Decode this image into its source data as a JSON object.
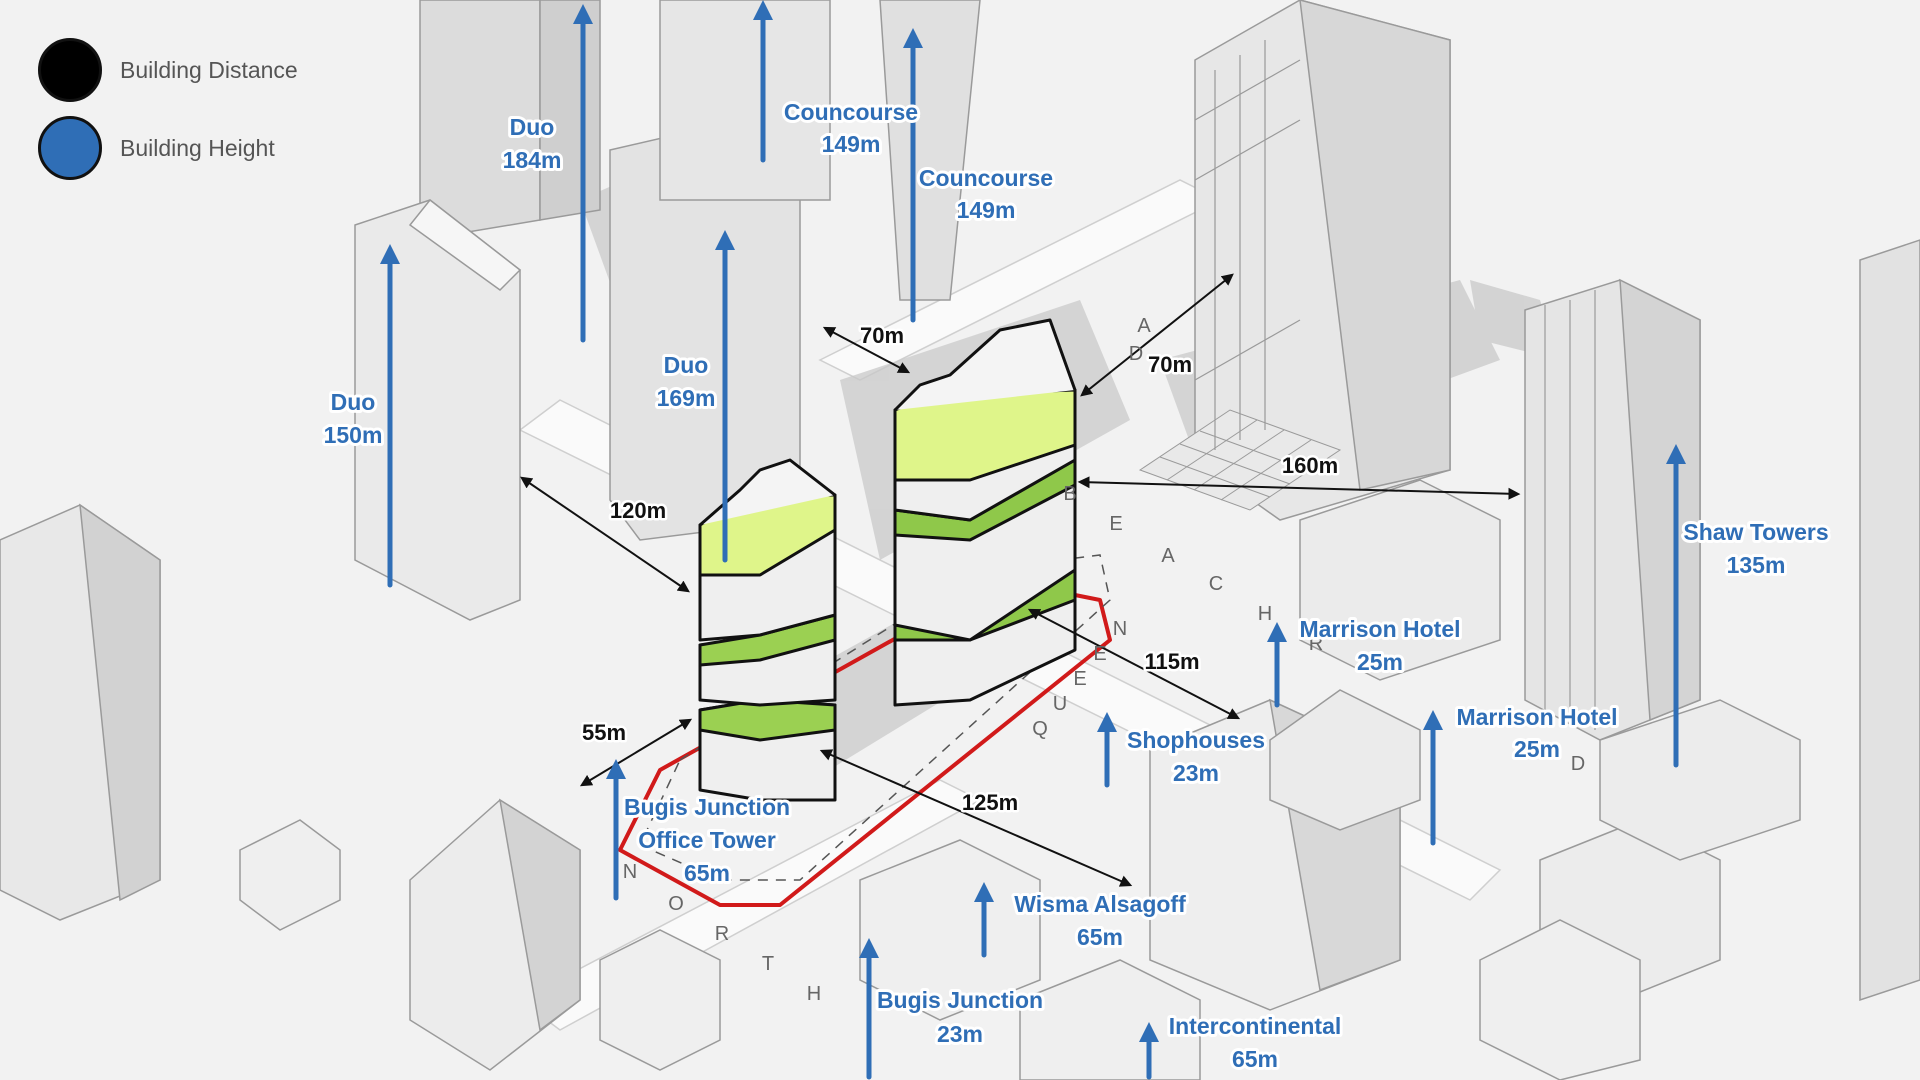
{
  "legend": {
    "distance_label": "Building Distance",
    "distance_color": "#000000",
    "height_label": "Building Height",
    "height_color": "#2f6eb6"
  },
  "heights": [
    {
      "id": "duo-184",
      "name": "Duo",
      "value": "184m"
    },
    {
      "id": "councourse-a",
      "name": "Councourse",
      "value": "149m"
    },
    {
      "id": "councourse-b",
      "name": "Councourse",
      "value": "149m"
    },
    {
      "id": "duo-169",
      "name": "Duo",
      "value": "169m"
    },
    {
      "id": "duo-150",
      "name": "Duo",
      "value": "150m"
    },
    {
      "id": "shaw-towers",
      "name": "Shaw Towers",
      "value": "135m"
    },
    {
      "id": "marrison-a",
      "name": "Marrison Hotel",
      "value": "25m"
    },
    {
      "id": "marrison-b",
      "name": "Marrison Hotel",
      "value": "25m"
    },
    {
      "id": "shophouses",
      "name": "Shophouses",
      "value": "23m"
    },
    {
      "id": "bugis-office",
      "name": "Bugis Junction Office Tower",
      "value": "65m"
    },
    {
      "id": "wisma",
      "name": "Wisma Alsagoff",
      "value": "65m"
    },
    {
      "id": "bugis-junction",
      "name": "Bugis Junction",
      "value": "23m"
    },
    {
      "id": "intercontinental",
      "name": "Intercontinental",
      "value": "65m"
    }
  ],
  "distances": [
    {
      "id": "d70a",
      "label": "70m"
    },
    {
      "id": "d70b",
      "label": "70m"
    },
    {
      "id": "d120",
      "label": "120m"
    },
    {
      "id": "d160",
      "label": "160m"
    },
    {
      "id": "d115",
      "label": "115m"
    },
    {
      "id": "d55",
      "label": "55m"
    },
    {
      "id": "d125",
      "label": "125m"
    }
  ],
  "streets": {
    "beach_road": [
      "A",
      "D",
      "B",
      "E",
      "A",
      "C",
      "H",
      "R",
      "D"
    ],
    "north_bridge": [
      "N",
      "O",
      "R",
      "T",
      "H"
    ],
    "queen": [
      "Q",
      "U",
      "E",
      "E",
      "N"
    ]
  }
}
